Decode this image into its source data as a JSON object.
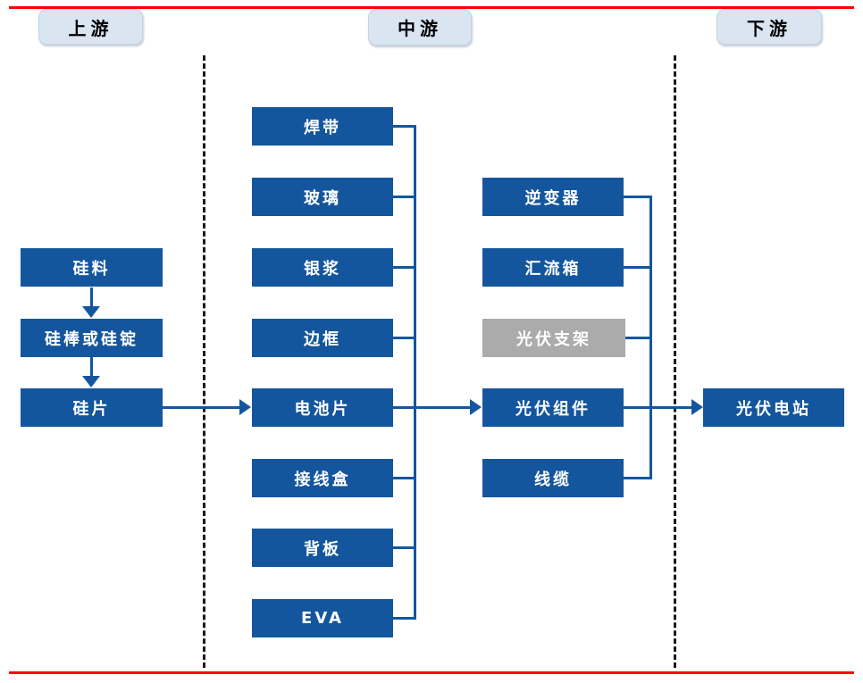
{
  "colors": {
    "node_blue": "#14569D",
    "node_gray": "#ABABAB",
    "badge_bg": "#D9E5F1",
    "badge_border": "#C3D4E4",
    "badge_text": "#000000",
    "node_text": "#FFFFFF",
    "rule_red": "#FF0000",
    "divider_black": "#1A1A1A"
  },
  "stages": [
    {
      "label": "上游"
    },
    {
      "label": "中游"
    },
    {
      "label": "下游"
    }
  ],
  "nodes": {
    "silicon_material": {
      "label": "硅料"
    },
    "silicon_rod_or_ingot": {
      "label": "硅棒或硅锭"
    },
    "silicon_wafer": {
      "label": "硅片"
    },
    "solder_ribbon": {
      "label": "焊带"
    },
    "glass": {
      "label": "玻璃"
    },
    "silver_paste": {
      "label": "银浆"
    },
    "frame": {
      "label": "边框"
    },
    "solar_cell": {
      "label": "电池片"
    },
    "junction_box": {
      "label": "接线盒"
    },
    "backsheet": {
      "label": "背板"
    },
    "eva": {
      "label": "EVA"
    },
    "inverter": {
      "label": "逆变器"
    },
    "combiner_box": {
      "label": "汇流箱"
    },
    "pv_bracket": {
      "label": "光伏支架"
    },
    "pv_module": {
      "label": "光伏组件"
    },
    "cable": {
      "label": "线缆"
    },
    "pv_power_station": {
      "label": "光伏电站"
    }
  },
  "edges": [
    {
      "from": "硅料",
      "to": "硅棒或硅锭"
    },
    {
      "from": "硅棒或硅锭",
      "to": "硅片"
    },
    {
      "from": "硅片",
      "to": "电池片"
    },
    {
      "from": "焊带",
      "to": "光伏组件"
    },
    {
      "from": "玻璃",
      "to": "光伏组件"
    },
    {
      "from": "银浆",
      "to": "光伏组件"
    },
    {
      "from": "边框",
      "to": "光伏组件"
    },
    {
      "from": "电池片",
      "to": "光伏组件"
    },
    {
      "from": "接线盒",
      "to": "光伏组件"
    },
    {
      "from": "背板",
      "to": "光伏组件"
    },
    {
      "from": "EVA",
      "to": "光伏组件"
    },
    {
      "from": "逆变器",
      "to": "光伏电站"
    },
    {
      "from": "汇流箱",
      "to": "光伏电站"
    },
    {
      "from": "光伏支架",
      "to": "光伏电站"
    },
    {
      "from": "光伏组件",
      "to": "光伏电站"
    },
    {
      "from": "线缆",
      "to": "光伏电站"
    }
  ]
}
